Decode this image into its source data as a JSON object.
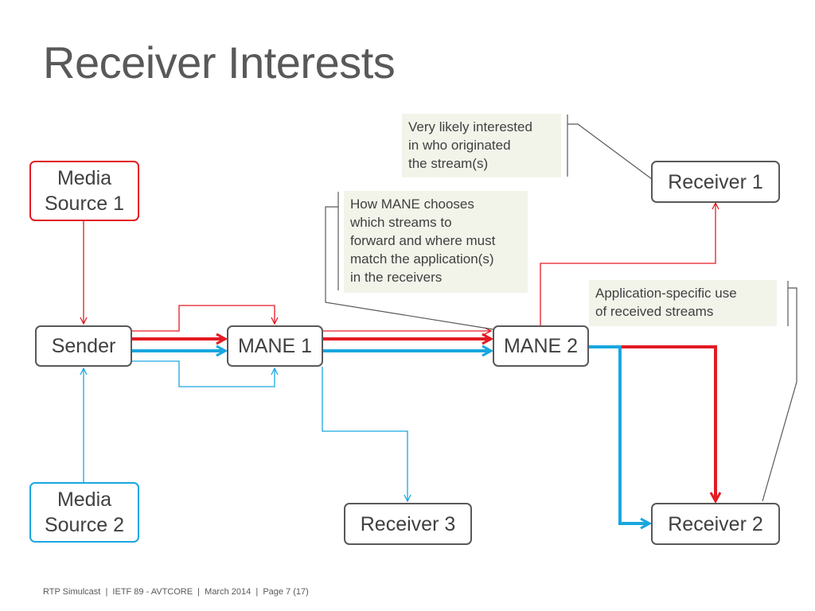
{
  "slide": {
    "title": "Receiver Interests",
    "footer": "RTP Simulcast  |  IETF 89 - AVTCORE  |  March 2014  |  Page 7 (17)"
  },
  "nodes": {
    "media_source_1": "Media\nSource 1",
    "media_source_2": "Media\nSource 2",
    "sender": "Sender",
    "mane_1": "MANE 1",
    "mane_2": "MANE 2",
    "receiver_1": "Receiver 1",
    "receiver_2": "Receiver 2",
    "receiver_3": "Receiver 3"
  },
  "notes": {
    "receiver_origin": "Very likely interested\nin who originated\nthe stream(s)",
    "mane_forwarding": "How MANE chooses\nwhich streams to\nforward and where must\nmatch the application(s)\nin the receivers",
    "app_specific": "Application-specific use\nof received streams"
  },
  "colors": {
    "red": "#e31b23",
    "blue": "#1aa7e0",
    "gray": "#595959",
    "note_bg": "#f2f4ea"
  }
}
